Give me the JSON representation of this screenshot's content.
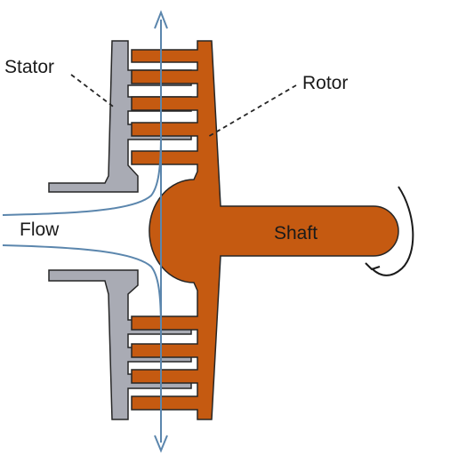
{
  "labels": {
    "stator": "Stator",
    "rotor": "Rotor",
    "flow": "Flow",
    "shaft": "Shaft"
  },
  "colors": {
    "stator_fill": "#a9abb4",
    "rotor_fill": "#c55a11",
    "outline": "#262626",
    "flow_line": "#5b86ad",
    "arrow": "#1a1a1a"
  }
}
